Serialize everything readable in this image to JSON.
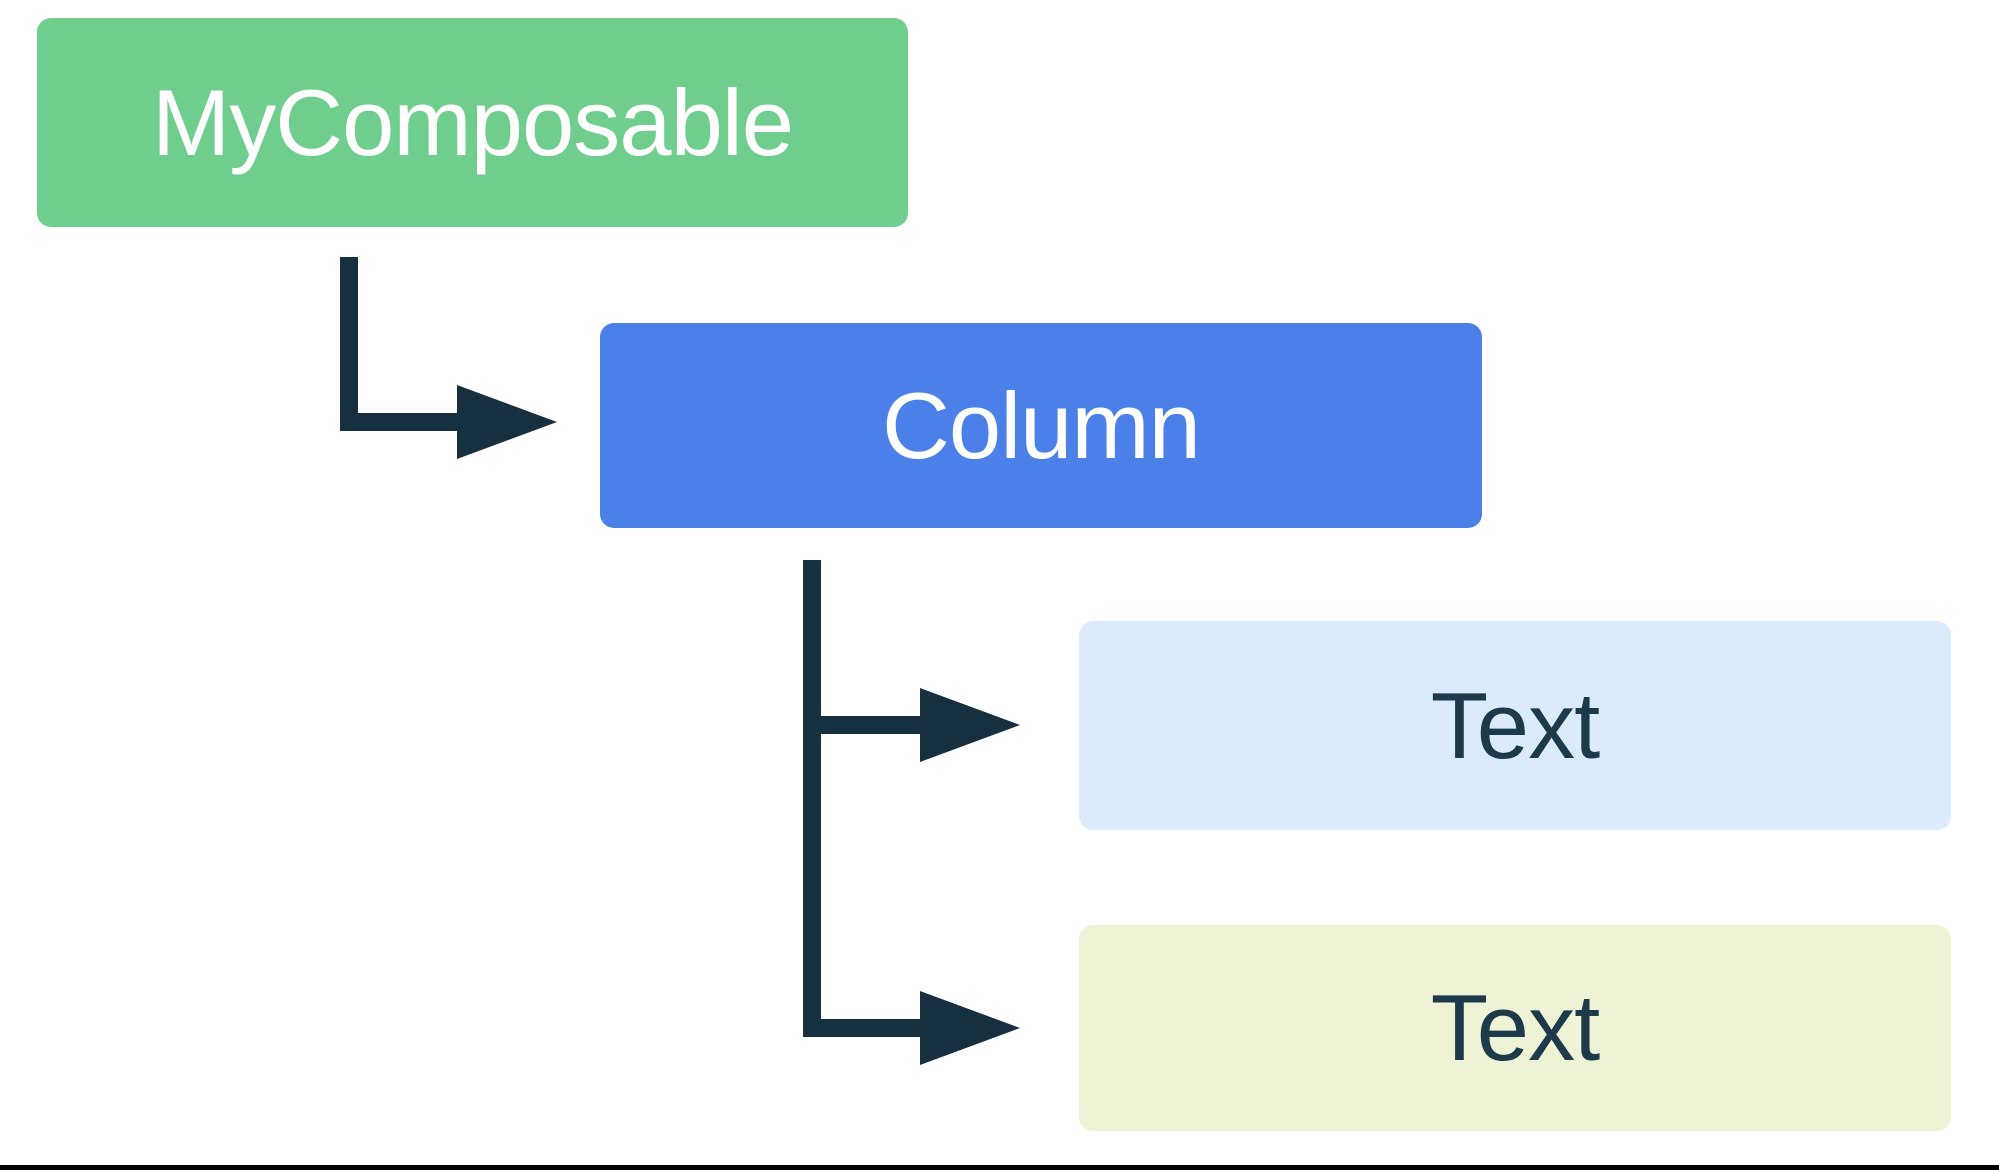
{
  "diagram": {
    "nodes": [
      {
        "id": "mycomposable",
        "label": "MyComposable",
        "bg": "#6FCE8D",
        "fg": "#FFFFFF"
      },
      {
        "id": "column",
        "label": "Column",
        "bg": "#4C80E9",
        "fg": "#FFFFFF"
      },
      {
        "id": "text-1",
        "label": "Text",
        "bg": "#DCEBFB",
        "fg": "#1C3A49"
      },
      {
        "id": "text-2",
        "label": "Text",
        "bg": "#EFF3D5",
        "fg": "#1C3A49"
      }
    ],
    "edges": [
      {
        "from": "mycomposable",
        "to": "column"
      },
      {
        "from": "column",
        "to": "text-1"
      },
      {
        "from": "column",
        "to": "text-2"
      }
    ],
    "colors": {
      "arrow": "#17303F",
      "background": "#FFFFFF",
      "bottomBorder": "#000000"
    }
  }
}
